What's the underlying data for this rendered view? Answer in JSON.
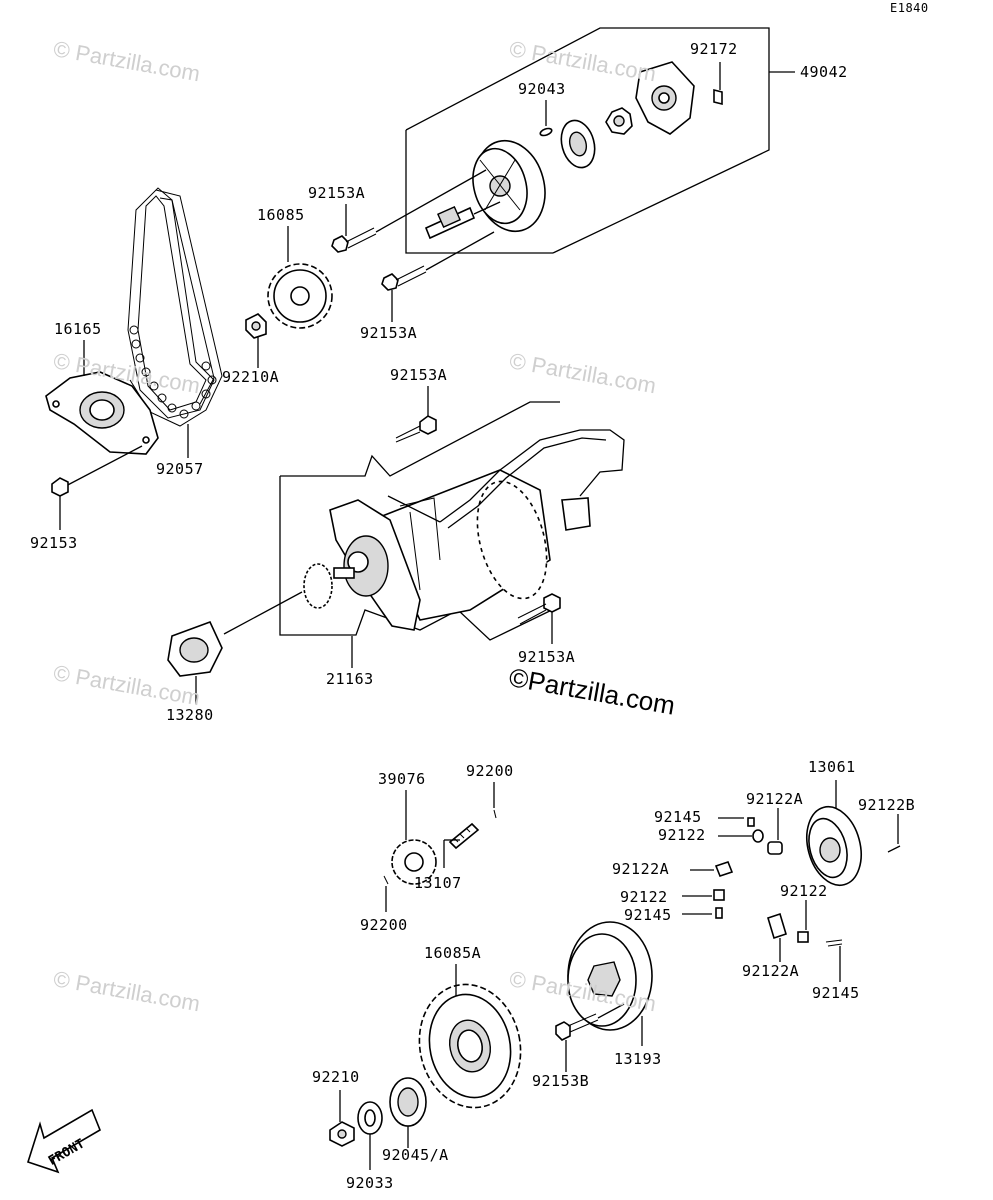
{
  "diagram_code": "E1840",
  "part_labels": {
    "p49042": "49042",
    "p92172": "92172",
    "p92043": "92043",
    "p92153A_1": "92153A",
    "p92153A_2": "92153A",
    "p92153A_3": "92153A",
    "p92153A_4": "92153A",
    "p16085": "16085",
    "p16165": "16165",
    "p92210A": "92210A",
    "p92057": "92057",
    "p92153": "92153",
    "p21163": "21163",
    "p13280": "13280",
    "p92200_1": "92200",
    "p92200_2": "92200",
    "p39076": "39076",
    "p13107": "13107",
    "p16085A": "16085A",
    "p92210": "92210",
    "p92033": "92033",
    "p92045A": "92045/A",
    "p92153B": "92153B",
    "p13193": "13193",
    "p13061": "13061",
    "p92122B": "92122B",
    "p92145_1": "92145",
    "p92145_2": "92145",
    "p92145_3": "92145",
    "p92122A_1": "92122A",
    "p92122A_2": "92122A",
    "p92122A_3": "92122A",
    "p92122_1": "92122",
    "p92122_2": "92122",
    "p92122_3": "92122"
  },
  "watermark": "© Partzilla.com",
  "brand_watermark": "©Partzilla.com",
  "front_indicator": "FRONT"
}
